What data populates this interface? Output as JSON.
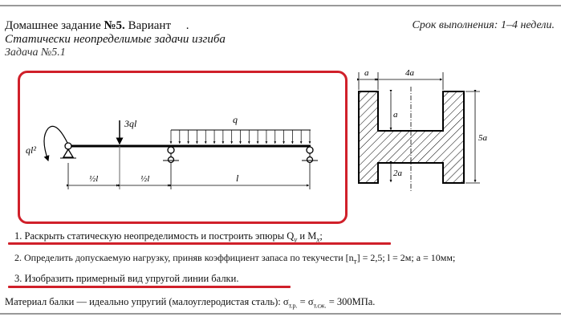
{
  "header": {
    "title_part1": "Домашнее задание ",
    "title_number": "№5.",
    "title_part2": " Вариант     .",
    "deadline": "Срок выполнения: 1–4 недели.",
    "subtitle": "Статически неопределимые задачи изгиба",
    "task": "Задача №5.1"
  },
  "beam": {
    "moment_label": "ql²",
    "force_label": "3ql",
    "distributed_label": "q",
    "dims": [
      "½l",
      "½l",
      "l"
    ]
  },
  "section": {
    "dim_a_top": "a",
    "dim_4a": "4a",
    "dim_a_inner": "a",
    "dim_2a": "2a",
    "dim_5a": "5a"
  },
  "items": [
    {
      "text": "1.  Раскрыть статическую неопределимость и построить эпюры Q",
      "tail": "y",
      "text2": " и M",
      "tail2": "x",
      "end": ";"
    },
    {
      "text": "2.  Определить допускаемую нагрузку, приняв коэффициент запаса по текучести [n",
      "tail": "т",
      "text2": "] = 2,5; l = 2м; a = 10мм;"
    },
    {
      "text": "3.  Изобразить примерный вид упругой линии балки."
    }
  ],
  "material": {
    "text": "Материал балки — идеально упругий (малоуглеродистая сталь): σ",
    "sub1": "т.р.",
    "mid": " = σ",
    "sub2": "т.сж.",
    "end": " = 300МПа."
  },
  "colors": {
    "highlight": "#d0202a",
    "rule": "#999999"
  }
}
